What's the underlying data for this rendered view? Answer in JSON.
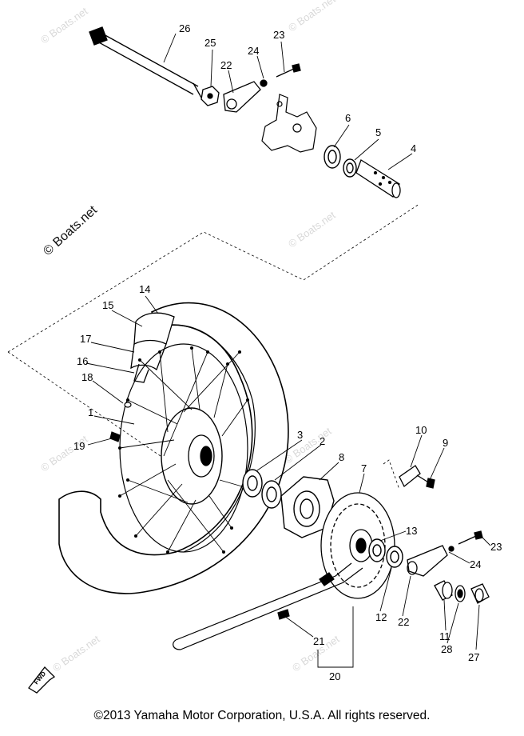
{
  "footer": {
    "copyright": "©2013 Yamaha Motor Corporation, U.S.A. All rights reserved."
  },
  "watermarks": {
    "main": "© Boats.net",
    "faint": "© Boats.net"
  },
  "fwd_label": "FWD",
  "callouts": {
    "c26": "26",
    "c25": "25",
    "c22a": "22",
    "c24a": "24",
    "c23a": "23",
    "c6": "6",
    "c5": "5",
    "c4": "4",
    "c14": "14",
    "c15": "15",
    "c17": "17",
    "c16": "16",
    "c18": "18",
    "c1": "1",
    "c19": "19",
    "c3": "3",
    "c2": "2",
    "c8": "8",
    "c7": "7",
    "c10": "10",
    "c9": "9",
    "c13": "13",
    "c23b": "23",
    "c24b": "24",
    "c12": "12",
    "c22b": "22",
    "c11": "11",
    "c28": "28",
    "c27": "27",
    "c21": "21",
    "c20": "20"
  },
  "colors": {
    "ink": "#000000",
    "paper": "#ffffff",
    "watermark": "#d9d9d9"
  }
}
